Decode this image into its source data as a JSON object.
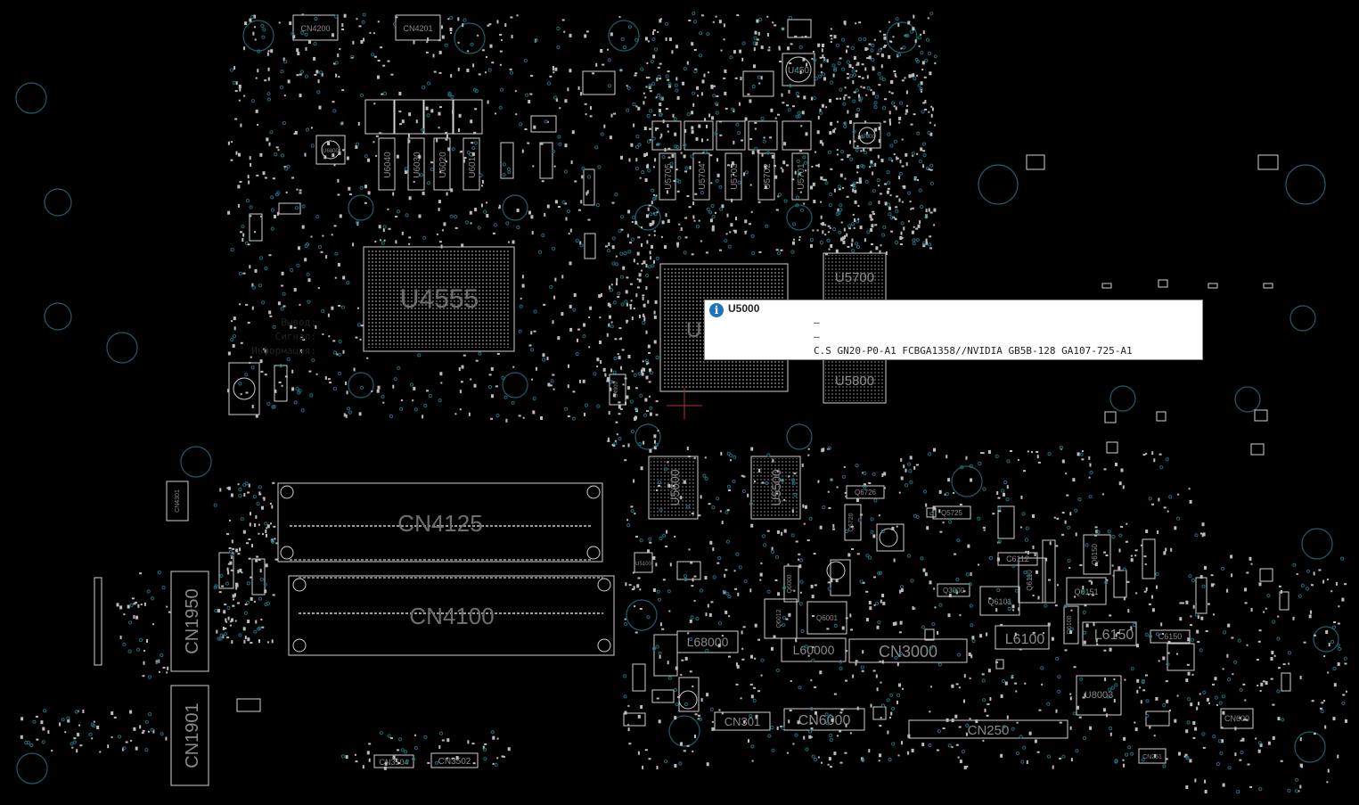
{
  "components": {
    "cpu": "U4555",
    "gpu_partial": "U",
    "vram": [
      "U5700",
      "U5800",
      "U5600",
      "U5500"
    ],
    "connectors": [
      "CN4125",
      "CN4100",
      "CN1950",
      "CN1901",
      "CN3000",
      "CN6000",
      "CN250",
      "CN301",
      "CN3504",
      "CN3502",
      "CN600",
      "CN4301",
      "CN4200",
      "CN4201"
    ],
    "inductors": [
      "L6100",
      "L6150",
      "L60000",
      "L68000"
    ],
    "ics": [
      "U450",
      "U8003",
      "U6800",
      "U7000"
    ],
    "mosfets": [
      "U6040",
      "U6030",
      "U6020",
      "U6010",
      "U5705",
      "U5704",
      "U5703",
      "U5702",
      "U5701"
    ],
    "small": [
      "Q6151",
      "Q6101",
      "Q6110",
      "Q6150",
      "Q6100",
      "Q3000",
      "Q5725",
      "Q6726",
      "Q6000",
      "Q6001",
      "Q6012",
      "C6112",
      "C6150",
      "Q6720",
      "U5100",
      "U4900",
      "CN251"
    ]
  },
  "tooltip": {
    "title": "U5000",
    "rows": [
      {
        "key": "Вывод:",
        "value": "—"
      },
      {
        "key": "Сигнал:",
        "value": "—"
      },
      {
        "key": "Информация:",
        "value": "C.S GN20-P0-A1 FCBGA1358//NVIDIA GB5B-128 GA107-725-A1"
      }
    ]
  }
}
